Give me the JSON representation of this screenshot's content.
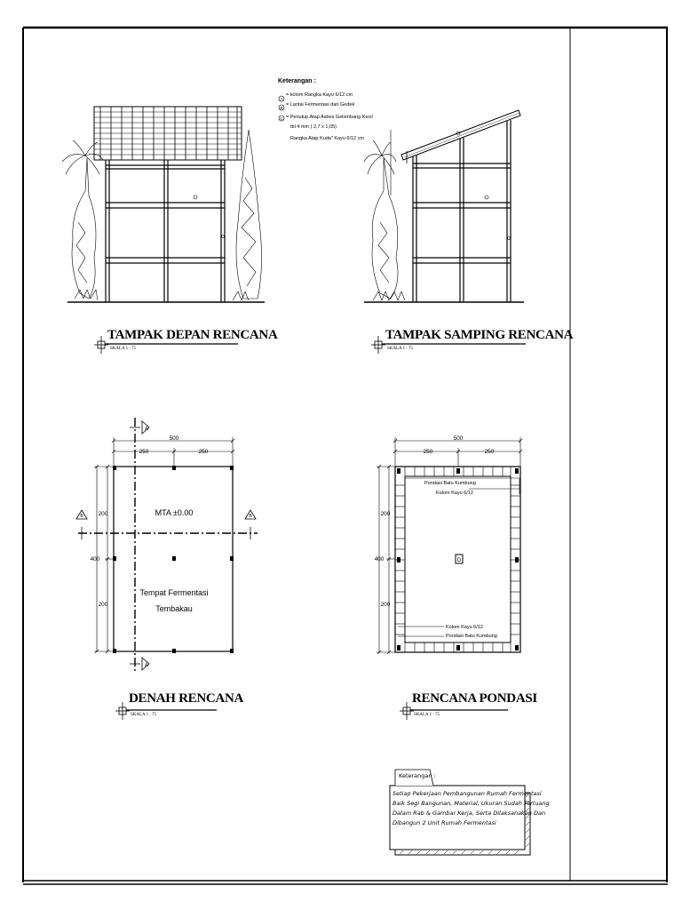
{
  "elevation_front": {
    "title": "TAMPAK DEPAN RENCANA",
    "scale": "SKALA 1 : 75"
  },
  "elevation_side": {
    "title": "TAMPAK SAMPING RENCANA",
    "scale": "SKALA 1 : 75"
  },
  "plan": {
    "title": "DENAH RENCANA",
    "scale": "SKALA 1 : 75",
    "dim_total": "500",
    "dim_left": "250",
    "dim_right": "250",
    "dim_side_total": "400",
    "dim_side_top": "200",
    "dim_side_bottom": "200",
    "level": "MTA ±0.00",
    "room_line1": "Tempat Fermentasi",
    "room_line2": "Tembakau",
    "section_a": "A",
    "section_b": "B"
  },
  "foundation": {
    "title": "RENCANA PONDASI",
    "scale": "SKALA 1 : 75",
    "dim_total": "500",
    "dim_left": "250",
    "dim_right": "250",
    "dim_side_total": "400",
    "dim_side_top": "200",
    "dim_side_bottom": "200",
    "label_top1": "Pondasi Batu Kumbung",
    "label_top2": "Kolom Kayu 6/12",
    "label_bottom1": "Kolom Kayu 6/12",
    "label_bottom2": "Pondasi Batu Kumbung",
    "center_mark": "D"
  },
  "legend": {
    "heading": "Keterangan :",
    "markers": [
      "A",
      "B",
      "C"
    ],
    "items": [
      "= kolom Rangka Kayu 6/12 cm",
      "= Lantai Fermentasi dari Gedek",
      "= Penutup Atap Asbes Gelombang Kecil",
      "tbl 4 mm ( 2,7 x 1,05)",
      "Rangka Atap Kuda\" Kayu 6/12 cm"
    ]
  },
  "note": {
    "heading": "Keterangan :",
    "lines": [
      "Setiap Pekerjaan Pembangunan Rumah Fermentasi",
      "Baik Segi Bangunan, Material, Ukuran Sudah Tertuang",
      "Dalam Rab & Gambar Kerja, Serta Dilaksanakan Dan",
      "Dibangun 2 Unit Rumah Fermentasi"
    ]
  }
}
